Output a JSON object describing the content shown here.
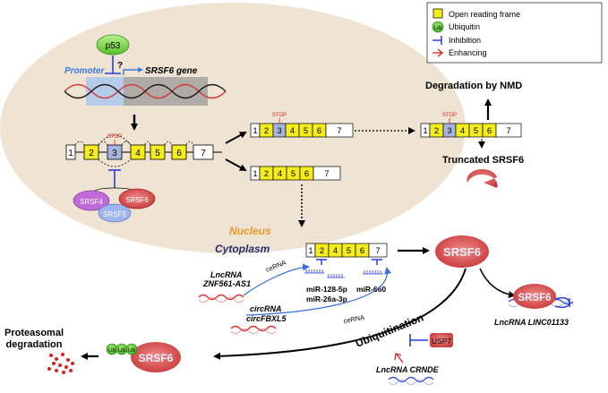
{
  "legend": {
    "orf": "Open reading frame",
    "ub_glyph": "Ub",
    "ub": "Ubiquitin",
    "inhibition": "Inhibition",
    "enhancing": "Enhancing"
  },
  "gene": {
    "p53": "p53",
    "question": "?",
    "promoter": "Promoter",
    "name": "SRSF6 gene"
  },
  "exons": {
    "e1": "1",
    "e2": "2",
    "e3": "3",
    "e4": "4",
    "e5": "5",
    "e6": "6",
    "e7": "7",
    "stop": "STOP"
  },
  "splicing_factors": {
    "srsf4": "SRSF4",
    "srsf5": "SRSF5",
    "srsf6": "SRSF6"
  },
  "nmd": {
    "degradation": "Degradation by NMD",
    "truncated": "Truncated SRSF6"
  },
  "compartments": {
    "nucleus": "Nucleus",
    "cytoplasm": "Cytoplasm"
  },
  "rna": {
    "lnc1": "LncRNA",
    "lnc1b": "ZNF561-AS1",
    "cerna": "ceRNA",
    "mir128": "miR-128-5p",
    "mir26": "miR-26a-3p",
    "mir660": "miR-660",
    "circ1": "circRNA",
    "circ1b": "circFBXL5",
    "linc": "LncRNA LINC01133",
    "crnde": "LncRNA CRNDE"
  },
  "protein": {
    "srsf6": "SRSF6",
    "usp7": "USP7",
    "ubiquitination": "Ubiquitination",
    "proteasomal1": "Proteasomal",
    "proteasomal2": "degradation",
    "ub": "Ub"
  },
  "colors": {
    "nucleus_fill": "#efe4d3",
    "exon_yellow": "#f5ec1c",
    "exon_blue": "#a8b4e0",
    "inhibit_blue": "#2a3fd6",
    "enhance_red": "#e02020",
    "srsf6_red": "#d94a4a",
    "ub_green": "#5ccf2e"
  }
}
